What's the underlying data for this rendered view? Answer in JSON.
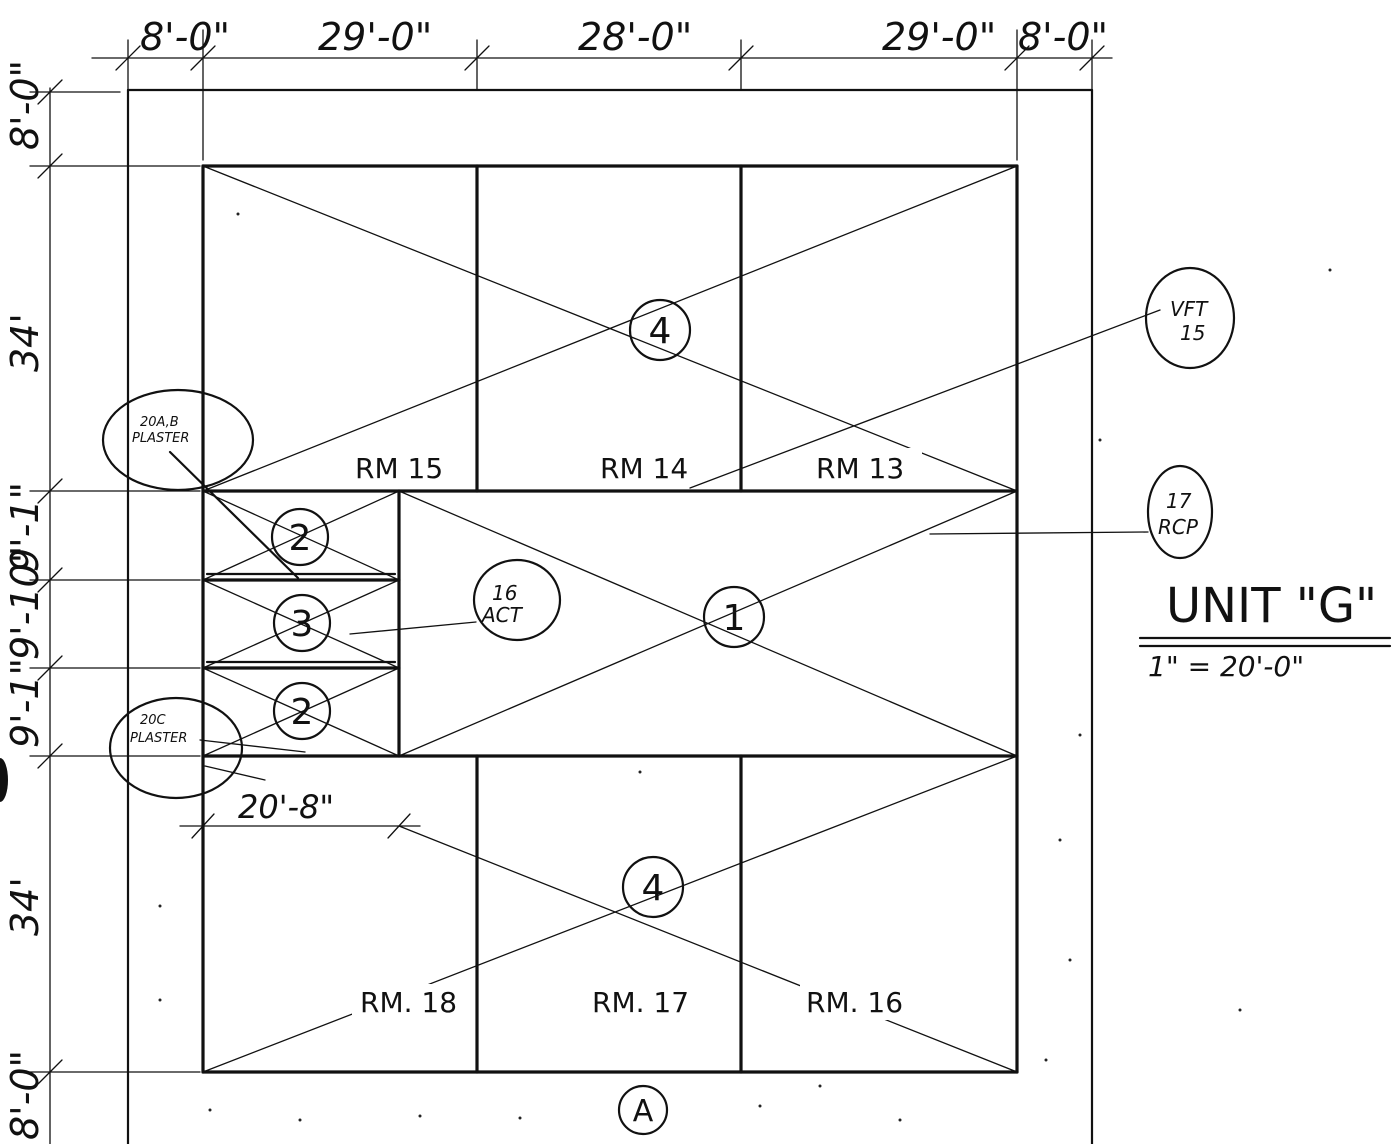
{
  "drawing": {
    "title": "UNIT \"G\"",
    "scale": "1\" = 20'-0\"",
    "grid_marker": "A"
  },
  "dimensions": {
    "top": [
      "8'-0\"",
      "29'-0\"",
      "28'-0\"",
      "29'-0\"",
      "8'-0\""
    ],
    "left": [
      "8'-0\"",
      "34'",
      "9'-1\"",
      "9'-10\"",
      "9'-1\"",
      "34'",
      "8'-0\""
    ],
    "corridor_width": "20'-8\""
  },
  "rooms": {
    "top": [
      "RM 15",
      "RM 14",
      "RM 13"
    ],
    "bottom": [
      "RM. 18",
      "RM. 17",
      "RM. 16"
    ]
  },
  "zone_tags": {
    "top_rooms": "4",
    "center": "1",
    "small_upper": "2",
    "small_middle": "3",
    "small_lower": "2",
    "bottom_rooms": "4"
  },
  "notes": {
    "vft": [
      "VFT",
      "15"
    ],
    "rcp": [
      "17",
      "RCP"
    ],
    "act": [
      "16",
      "ACT"
    ],
    "plaster_top": [
      "20A,B",
      "PLASTER"
    ],
    "plaster_bottom": [
      "20C",
      "PLASTER"
    ]
  }
}
